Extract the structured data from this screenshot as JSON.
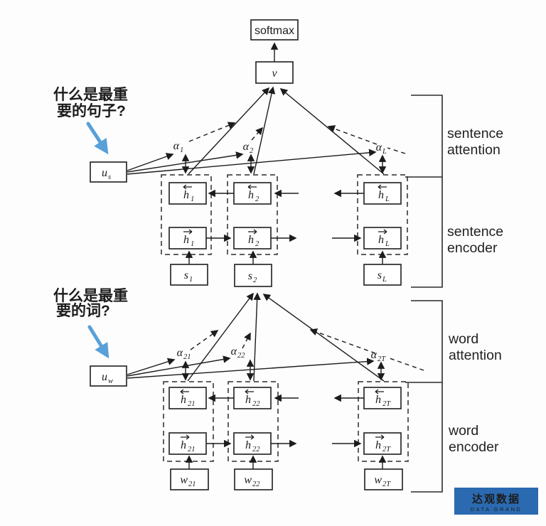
{
  "colors": {
    "line": "#1c1c1c",
    "accent_blue": "#58a0d8",
    "logo_bg": "#2b6ab1",
    "logo_text": "#ffffff",
    "logo_subtext": "#cfdff0"
  },
  "top": {
    "softmax_label": "softmax",
    "v_label": "v"
  },
  "annotations": {
    "sentence_question": {
      "line1": "什么是最重",
      "line2": "要的句子?"
    },
    "word_question": {
      "line1": "什么是最重",
      "line2": "要的词?"
    }
  },
  "sentence_level": {
    "context": {
      "base": "u",
      "sub": "s"
    },
    "alphas": [
      {
        "base": "α",
        "sub": "1"
      },
      {
        "base": "α",
        "sub": "2"
      },
      {
        "base": "α",
        "sub": "L"
      }
    ],
    "backward": [
      {
        "base": "h",
        "sub": "1"
      },
      {
        "base": "h",
        "sub": "2"
      },
      {
        "base": "h",
        "sub": "L"
      }
    ],
    "forward": [
      {
        "base": "h",
        "sub": "1"
      },
      {
        "base": "h",
        "sub": "2"
      },
      {
        "base": "h",
        "sub": "L"
      }
    ],
    "inputs": [
      {
        "base": "s",
        "sub": "1"
      },
      {
        "base": "s",
        "sub": "2"
      },
      {
        "base": "s",
        "sub": "L"
      }
    ],
    "brackets": {
      "attention": {
        "line1": "sentence",
        "line2": "attention"
      },
      "encoder": {
        "line1": "sentence",
        "line2": "encoder"
      }
    }
  },
  "word_level": {
    "context": {
      "base": "u",
      "sub": "w"
    },
    "alphas": [
      {
        "base": "α",
        "sub": "21"
      },
      {
        "base": "α",
        "sub": "22"
      },
      {
        "base": "α",
        "sub": "2T"
      }
    ],
    "backward": [
      {
        "base": "h",
        "sub": "21"
      },
      {
        "base": "h",
        "sub": "22"
      },
      {
        "base": "h",
        "sub": "2T"
      }
    ],
    "forward": [
      {
        "base": "h",
        "sub": "21"
      },
      {
        "base": "h",
        "sub": "22"
      },
      {
        "base": "h",
        "sub": "2T"
      }
    ],
    "inputs": [
      {
        "base": "w",
        "sub": "21"
      },
      {
        "base": "w",
        "sub": "22"
      },
      {
        "base": "w",
        "sub": "2T"
      }
    ],
    "brackets": {
      "attention": {
        "line1": "word",
        "line2": "attention"
      },
      "encoder": {
        "line1": "word",
        "line2": "encoder"
      }
    }
  },
  "logo": {
    "cn": "达观数据",
    "en": "DATA GRAND"
  }
}
